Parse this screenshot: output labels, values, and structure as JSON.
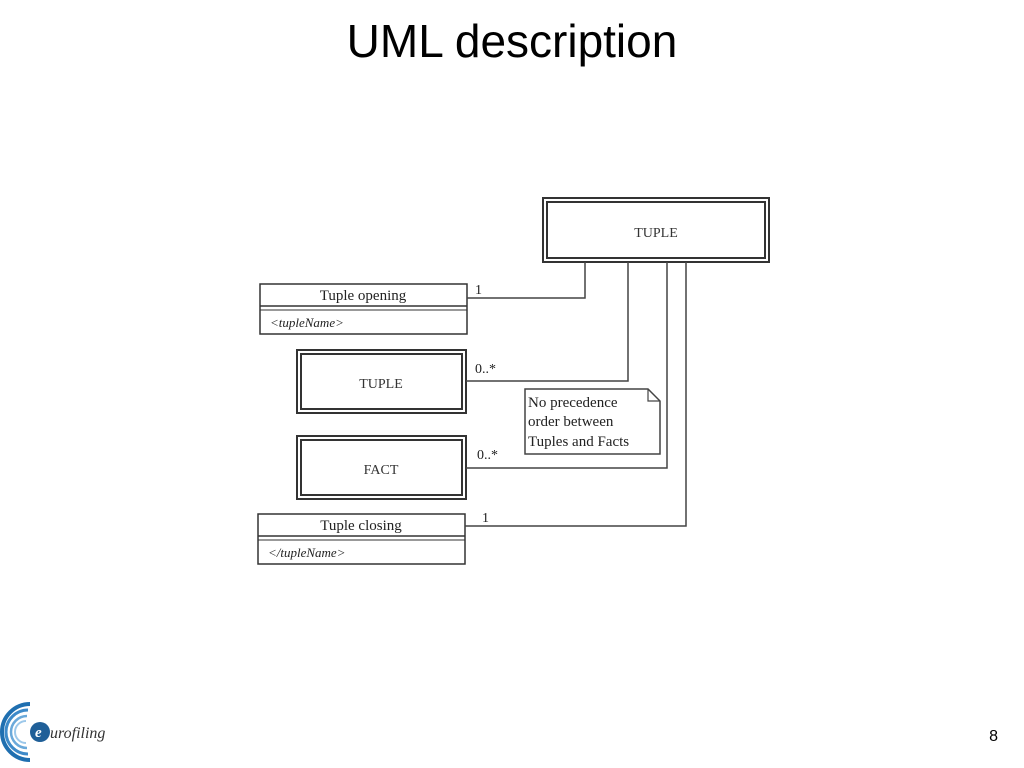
{
  "slide": {
    "title": "UML description",
    "page_number": "8"
  },
  "logo": {
    "text": "eurofiling",
    "icon": "eurofiling-logo"
  },
  "diagram": {
    "tuple_top": "TUPLE",
    "tuple_opening": {
      "name": "Tuple opening",
      "attribute": "<tupleName>",
      "multiplicity": "1"
    },
    "tuple_child": {
      "name": "TUPLE",
      "multiplicity": "0..*"
    },
    "fact": {
      "name": "FACT",
      "multiplicity": "0..*"
    },
    "tuple_closing": {
      "name": "Tuple closing",
      "attribute": "</tupleName>",
      "multiplicity": "1"
    },
    "note": {
      "line1": "No precedence",
      "line2": "order between",
      "line3": "Tuples and Facts"
    }
  }
}
